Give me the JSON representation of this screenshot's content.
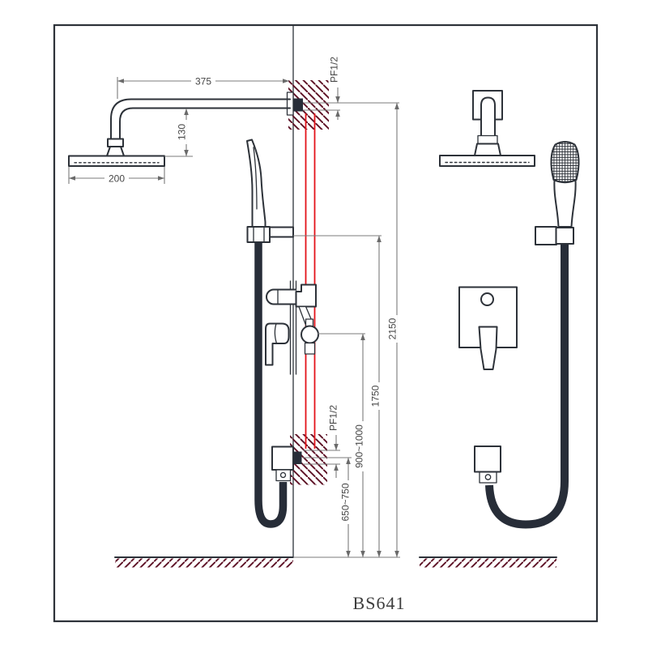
{
  "model_label": "BS641",
  "dimensions": {
    "arm_length": "375",
    "head_drop": "130",
    "head_width": "200",
    "top_connection": "PF1/2",
    "overall_height": "2150",
    "hand_shower_height": "1750",
    "mixer_height": "900~1000",
    "outlet_height": "650~750",
    "bottom_connection": "PF1/2"
  },
  "colors": {
    "line": "#2d3239",
    "dimension_line": "#7b7b7b",
    "dimension_text": "#474747",
    "pipe_red": "#e31219",
    "hatch_maroon": "#5e1226",
    "background": "#ffffff"
  }
}
